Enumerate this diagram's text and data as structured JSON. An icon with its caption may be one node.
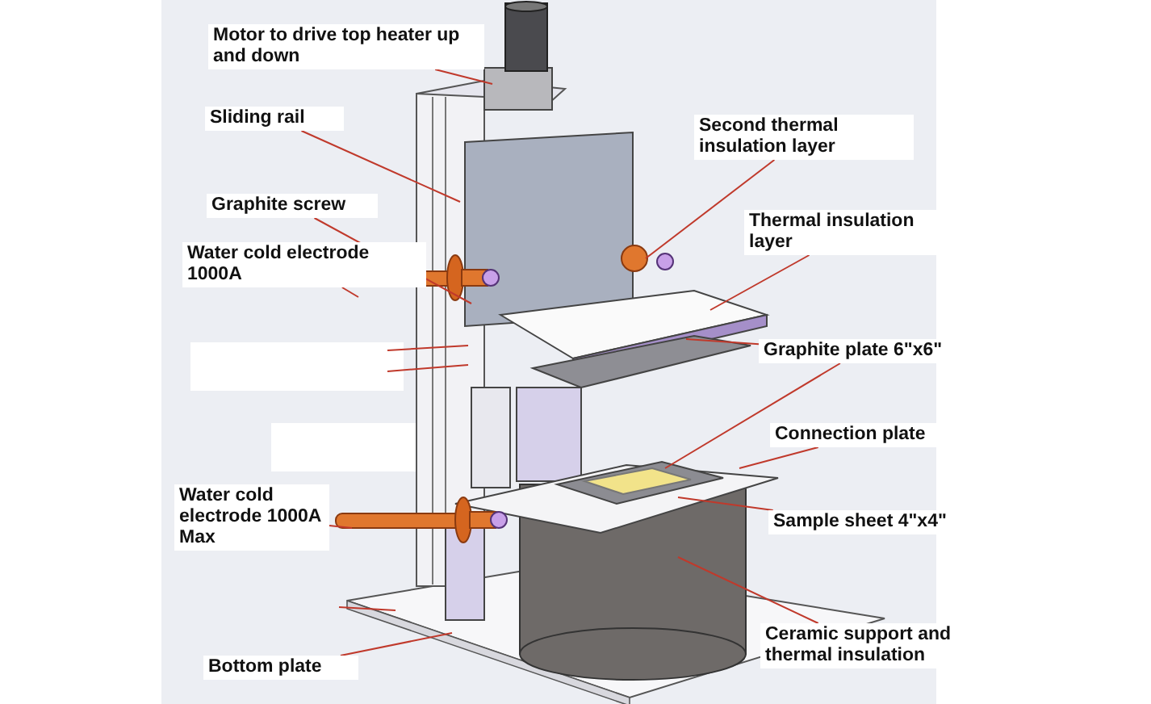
{
  "diagram": {
    "nodes": [
      {
        "text": [
          "Motor to drive top heater up and down"
        ]
      },
      {
        "text": [
          "Sliding rail"
        ]
      },
      {
        "text": [
          "Graphite screw"
        ]
      },
      {
        "text": [
          "Water cold electrode 1000A"
        ]
      },
      {
        "text": [
          "Second thermal insulation layer"
        ]
      },
      {
        "text": [
          "Thermal insulation layer"
        ]
      },
      {
        "text": [
          "Graphite plate 6\"x6\""
        ]
      },
      {
        "text": [
          "Connection plate"
        ]
      },
      {
        "text": [
          "Water cold electrode 1000A Max"
        ]
      },
      {
        "text": [
          "Sample sheet 4\"x4\""
        ]
      },
      {
        "text": [
          "Ceramic support and thermal insulation"
        ]
      },
      {
        "text": [
          "Bottom plate"
        ]
      }
    ],
    "edges": [
      {
        "from": 0,
        "to": null,
        "arrow": "none"
      },
      {
        "from": 1,
        "to": null,
        "arrow": "none"
      },
      {
        "from": 2,
        "to": null,
        "arrow": "none"
      },
      {
        "from": 3,
        "to": null,
        "arrow": "none"
      },
      {
        "from": 4,
        "to": null,
        "arrow": "none"
      },
      {
        "from": 5,
        "to": null,
        "arrow": "none"
      },
      {
        "from": 6,
        "to": null,
        "arrow": "none"
      },
      {
        "from": 6,
        "to": null,
        "arrow": "none"
      },
      {
        "from": 7,
        "to": null,
        "arrow": "none"
      },
      {
        "from": 8,
        "to": null,
        "arrow": "none"
      },
      {
        "from": 9,
        "to": null,
        "arrow": "none"
      },
      {
        "from": 10,
        "to": null,
        "arrow": "none"
      },
      {
        "from": 11,
        "to": null,
        "arrow": "none"
      }
    ]
  }
}
